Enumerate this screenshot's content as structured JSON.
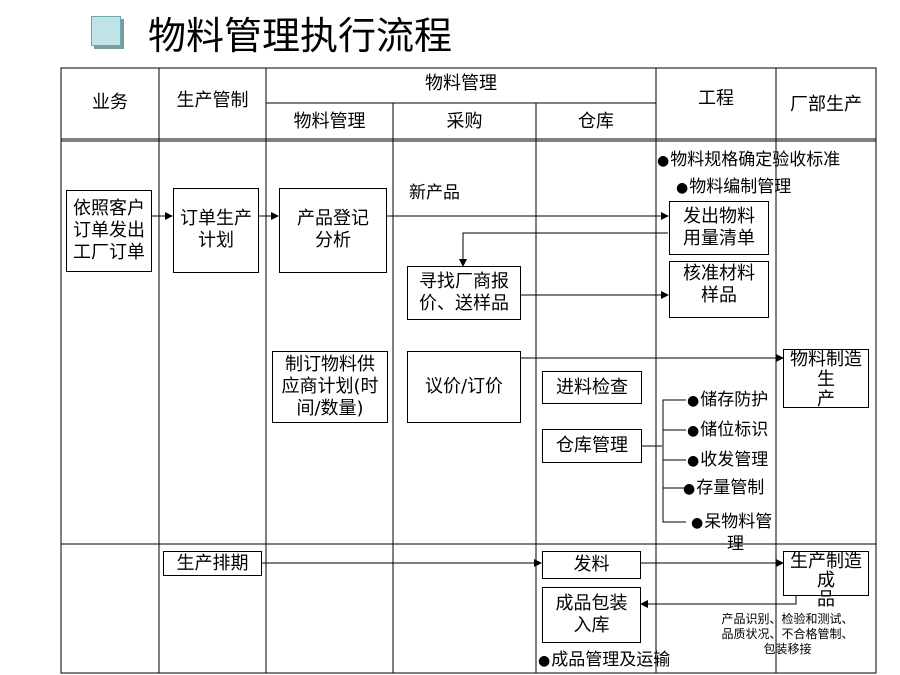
{
  "title": "物料管理执行流程",
  "headers": {
    "business": "业务",
    "production_control": "生产管制",
    "material_mgmt_group": "物料管理",
    "material_mgmt": "物料管理",
    "purchasing": "采购",
    "warehouse": "仓库",
    "engineering": "工程",
    "factory_production": "厂部生产"
  },
  "boxes": {
    "customer_order": [
      "依照客户",
      "订单发出",
      "工厂订单"
    ],
    "order_plan": [
      "订单生产",
      "计划"
    ],
    "product_register": [
      "产品登记",
      "分析"
    ],
    "issue_bom": [
      "发出物料",
      "用量清单"
    ],
    "find_supplier": [
      "寻找厂商报",
      "价、送样品"
    ],
    "approve_samples": [
      "核准材料",
      "样品"
    ],
    "supply_plan": [
      "制订物料供",
      "应商计划(时",
      "间/数量)"
    ],
    "negotiate": "议价/订价",
    "incoming_check": "进料检查",
    "warehouse_mgmt": "仓库管理",
    "material_production": [
      "物料制造",
      "生",
      "产"
    ],
    "production_schedule": "生产排期",
    "issue_material": "发料",
    "finished_pack": [
      "成品包装",
      "入库"
    ],
    "production_mfg": [
      "生产制造",
      "成",
      "品"
    ]
  },
  "notes": {
    "new_product": "新产品",
    "spec_standard": "物料规格确定验收标准",
    "coding": "物料编制管理",
    "storage_protect": "储存防护",
    "location_id": "储位标识",
    "receive_issue": "收发管理",
    "stock_control": "存量管制",
    "dead_stock": "呆物料管",
    "dead_stock_2": "理",
    "finished_transport": "成品管理及运输",
    "product_note": [
      "产品识别、检验和测试、",
      "品质状况、不合格管制、",
      "包装移接"
    ]
  }
}
